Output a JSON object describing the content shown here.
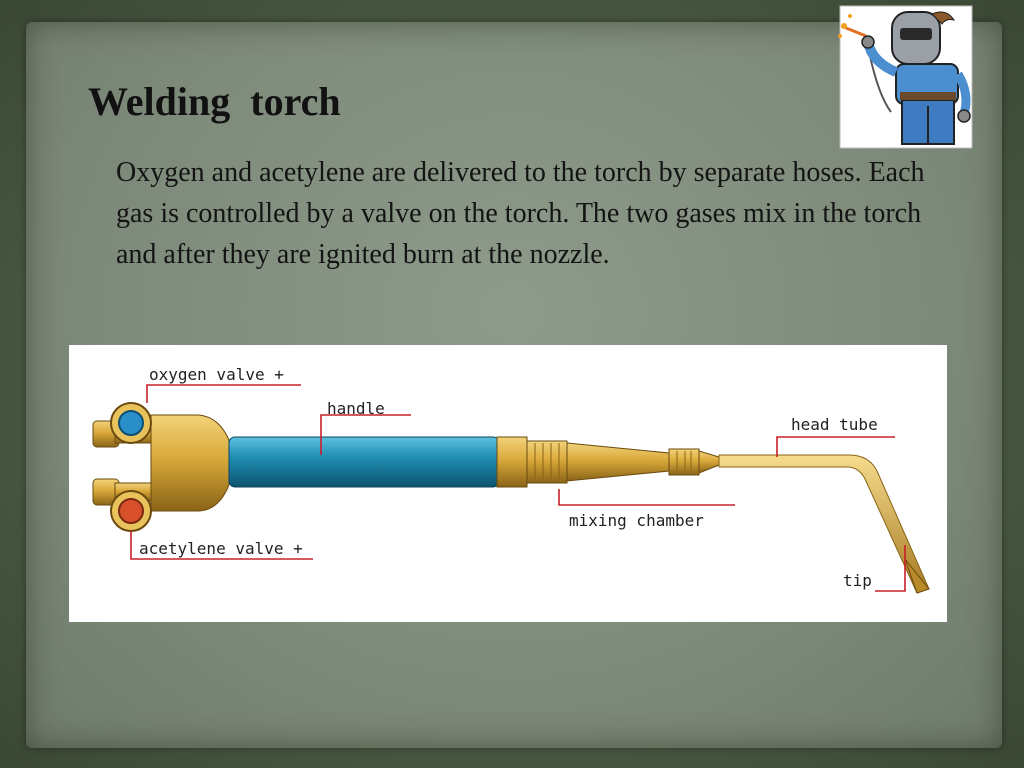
{
  "slide": {
    "title": "Welding  torch",
    "body": "Oxygen and acetylene are delivered to the torch by separate hoses. Each gas is controlled by a valve on the torch. The two gases mix in the torch and after they are ignited burn at the nozzle."
  },
  "diagram": {
    "labels": {
      "oxygen_valve": "oxygen valve +",
      "handle": "handle",
      "head_tube": "head tube",
      "mixing_chamber": "mixing chamber",
      "acetylene_valve": "acetylene valve +",
      "tip": "tip"
    },
    "colors": {
      "handle": "#1f8fb3",
      "brass": "#d9a93a",
      "oxygen_knob": "#2a8fc8",
      "acetylene_knob": "#d8502a",
      "callout_line": "#c8202a"
    }
  },
  "mascot": {
    "icon": "welder-mascot-icon"
  }
}
